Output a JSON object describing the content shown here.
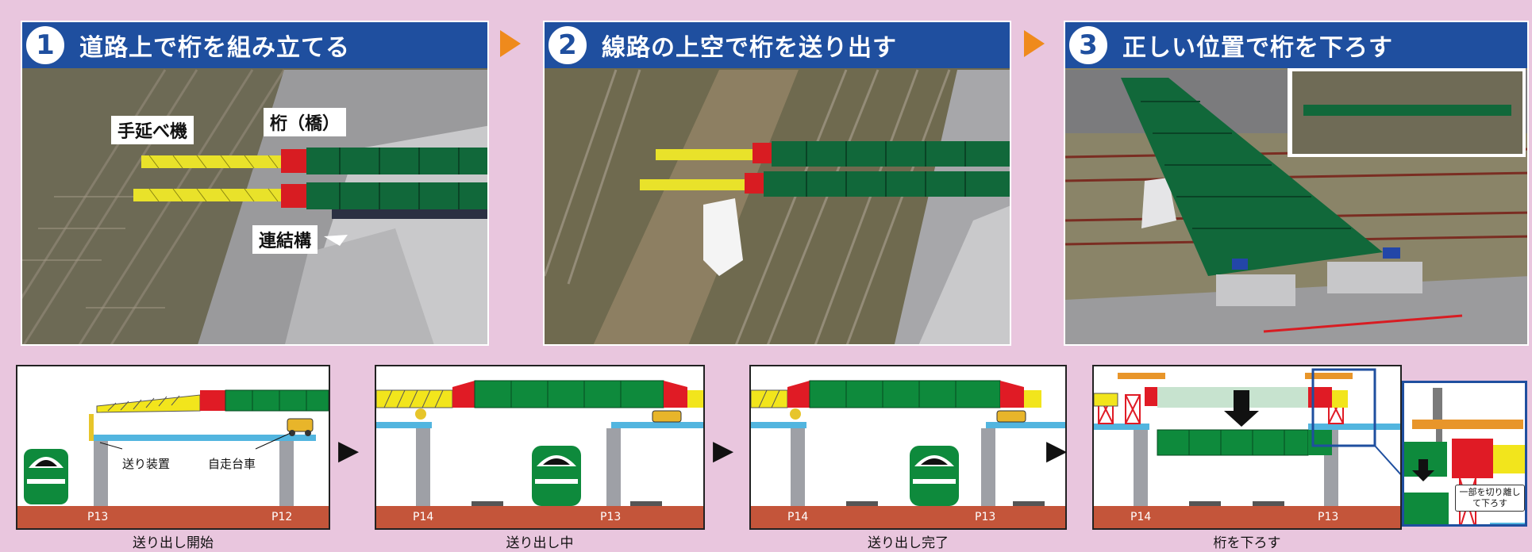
{
  "steps": [
    {
      "num": "1",
      "title": "道路上で桁を組み立てる"
    },
    {
      "num": "2",
      "title": "線路の上空で桁を送り出す"
    },
    {
      "num": "3",
      "title": "正しい位置で桁を下ろす"
    }
  ],
  "photo_labels": {
    "hand_extension": "手延べ機",
    "girder": "桁（橋）",
    "connection": "連結構"
  },
  "diagrams": [
    {
      "caption": "送り出し開始",
      "pier_left": "P13",
      "pier_right": "P12",
      "ann_device": "送り装置",
      "ann_cart": "自走台車"
    },
    {
      "caption": "送り出し中",
      "pier_left": "P14",
      "pier_right": "P13"
    },
    {
      "caption": "送り出し完了",
      "pier_left": "P14",
      "pier_right": "P13"
    },
    {
      "caption": "桁を下ろす",
      "pier_left": "P14",
      "pier_right": "P13"
    }
  ],
  "callout_text": "一部を切り離して下ろす",
  "colors": {
    "header": "#1f4f9f",
    "arrow": "#ef8a1c",
    "girder": "#0e8a3c",
    "nose": "#f2e51c",
    "joint": "#e01b25",
    "ground": "#c4553a"
  }
}
